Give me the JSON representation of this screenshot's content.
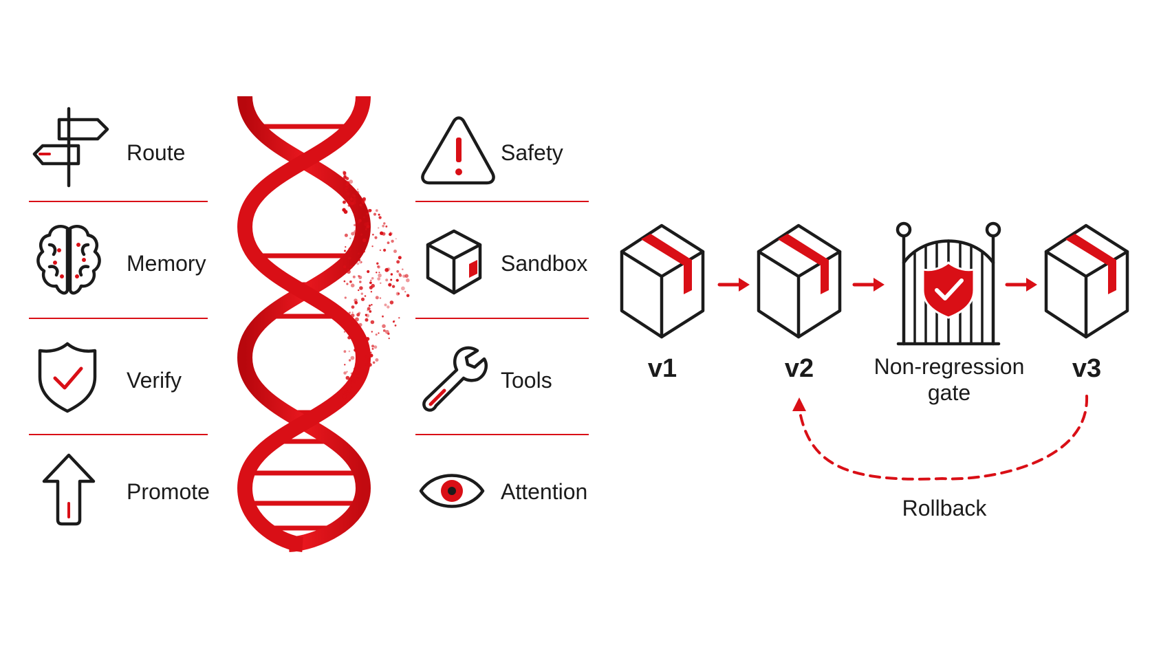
{
  "colors": {
    "accent": "#d90f16",
    "ink": "#1b1b1b",
    "background": "#ffffff"
  },
  "left_list": [
    {
      "label": "Route",
      "icon": "signpost-icon"
    },
    {
      "label": "Memory",
      "icon": "brain-icon"
    },
    {
      "label": "Verify",
      "icon": "shield-check-icon"
    },
    {
      "label": "Promote",
      "icon": "arrow-up-icon"
    }
  ],
  "right_list": [
    {
      "label": "Safety",
      "icon": "warning-triangle-icon"
    },
    {
      "label": "Sandbox",
      "icon": "cube-icon"
    },
    {
      "label": "Tools",
      "icon": "wrench-icon"
    },
    {
      "label": "Attention",
      "icon": "eye-icon"
    }
  ],
  "center_graphic": "dna-helix-icon",
  "flow": {
    "v1": "v1",
    "v2": "v2",
    "gate_line1": "Non-regression",
    "gate_line2": "gate",
    "v3": "v3",
    "rollback": "Rollback"
  }
}
